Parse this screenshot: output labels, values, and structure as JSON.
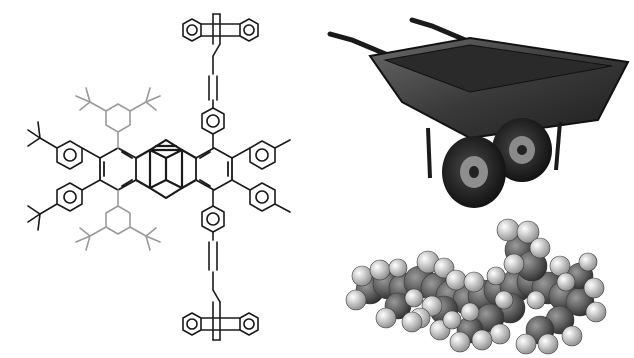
{
  "figure": {
    "panels": [
      {
        "id": "molecule-structure",
        "kind": "chemical-structure-drawing"
      },
      {
        "id": "wheelbarrow",
        "kind": "rendered-object"
      },
      {
        "id": "space-filling-model",
        "kind": "molecular-model-render"
      }
    ]
  },
  "colors": {
    "bond_dark": "#1a1a1a",
    "bond_grey": "#9a9a9a",
    "wheelbarrow_body": "#3a3a3a",
    "wheelbarrow_shadow": "#151515",
    "carbon": "#5a5a5a",
    "hydrogen": "#e8e8e8"
  }
}
